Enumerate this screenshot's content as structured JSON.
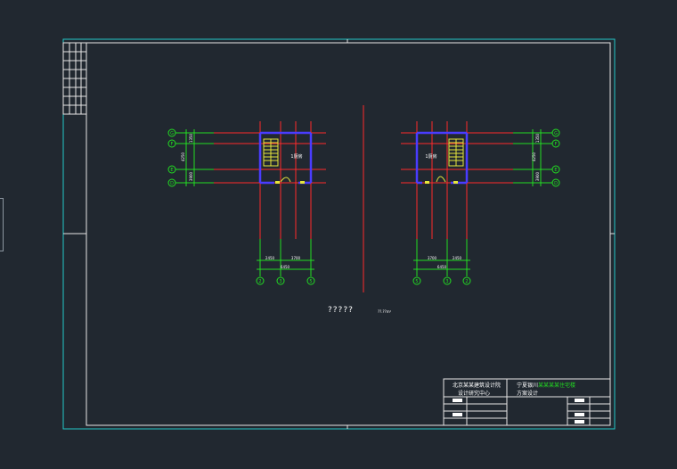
{
  "drawing": {
    "title": "?????",
    "scale_note": "??.??m²"
  },
  "title_block": {
    "company_line1": "北京某某建筑设计院",
    "company_line2": "设计研究中心",
    "project_prefix": "宁夏银川",
    "project_highlight": "某某某某住宅楼",
    "drawing_type": "方案设计"
  },
  "left_plan": {
    "room_label": "1厨房",
    "row_axes": [
      "G",
      "F",
      "E",
      "D"
    ],
    "col_axes": [
      "2",
      "3",
      "5"
    ],
    "bottom_dims": [
      "2450",
      "3700",
      "6450"
    ],
    "side_dims": [
      "4250",
      "1350",
      "3900"
    ]
  },
  "right_plan": {
    "room_label": "1厨房",
    "row_axes": [
      "G",
      "F",
      "E",
      "D"
    ],
    "col_axes": [
      "5",
      "3",
      "2"
    ],
    "bottom_dims": [
      "3700",
      "2450",
      "6450"
    ],
    "side_dims": [
      "4250",
      "1350",
      "3900"
    ]
  },
  "colors": {
    "background": "#212830",
    "frame": "#ffffff",
    "outer_frame": "#22c8c8",
    "axis_red": "#ff2a2a",
    "dimension_green": "#22dd22",
    "wall_blue": "#4a3cff",
    "stair_yellow": "#e6e63c"
  }
}
